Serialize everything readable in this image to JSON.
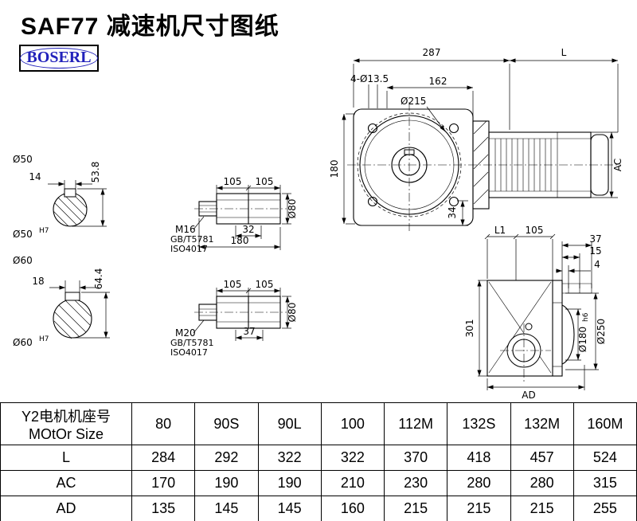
{
  "header": {
    "title": "SAF77 减速机尺寸图纸",
    "logo_text": "BOSERL"
  },
  "shaft_sections": {
    "s1": {
      "dia": "Ø50",
      "key_width": "14",
      "key_height": "53.8",
      "bore": "Ø50",
      "bore_tol": "H7"
    },
    "s2": {
      "dia": "Ø60",
      "key_width": "18",
      "key_height": "64.4",
      "bore": "Ø60",
      "bore_tol": "H7"
    }
  },
  "stub_shafts": {
    "s1": {
      "seg_a": "105",
      "seg_b": "105",
      "thread": "M16",
      "std_line1": "GB/T5781",
      "std_line2": "ISO4017",
      "thread_len": "32",
      "total_len": "180",
      "dia": "Ø80"
    },
    "s2": {
      "seg_a": "105",
      "seg_b": "105",
      "thread": "M20",
      "std_line1": "GB/T5781",
      "std_line2": "ISO4017",
      "thread_len": "37",
      "dia": "Ø80"
    }
  },
  "front_view": {
    "overall_width": "287",
    "motor_len": "L",
    "holes": "4-Ø13.5",
    "flange_width": "162",
    "flange_dia": "Ø215",
    "center_height": "180",
    "foot_offset": "34",
    "motor_dia": "AC"
  },
  "side_view": {
    "l1": "L1",
    "seg": "105",
    "step_a": "37",
    "step_b": "15",
    "step_c": "4",
    "height": "301",
    "spigot_dia": "Ø180",
    "spigot_tol": "h6",
    "flange_dia": "Ø250",
    "depth": "AD"
  },
  "table": {
    "row_header_line1": "Y2电机机座号",
    "row_header_line2": "MOtOr Size",
    "frame_sizes": [
      "80",
      "90S",
      "90L",
      "100",
      "112M",
      "132S",
      "132M",
      "160M"
    ],
    "rows": [
      {
        "label": "L",
        "values": [
          "284",
          "292",
          "322",
          "322",
          "370",
          "418",
          "457",
          "524"
        ]
      },
      {
        "label": "AC",
        "values": [
          "170",
          "190",
          "190",
          "210",
          "230",
          "280",
          "280",
          "315"
        ]
      },
      {
        "label": "AD",
        "values": [
          "135",
          "145",
          "145",
          "160",
          "215",
          "215",
          "215",
          "255"
        ]
      }
    ]
  }
}
